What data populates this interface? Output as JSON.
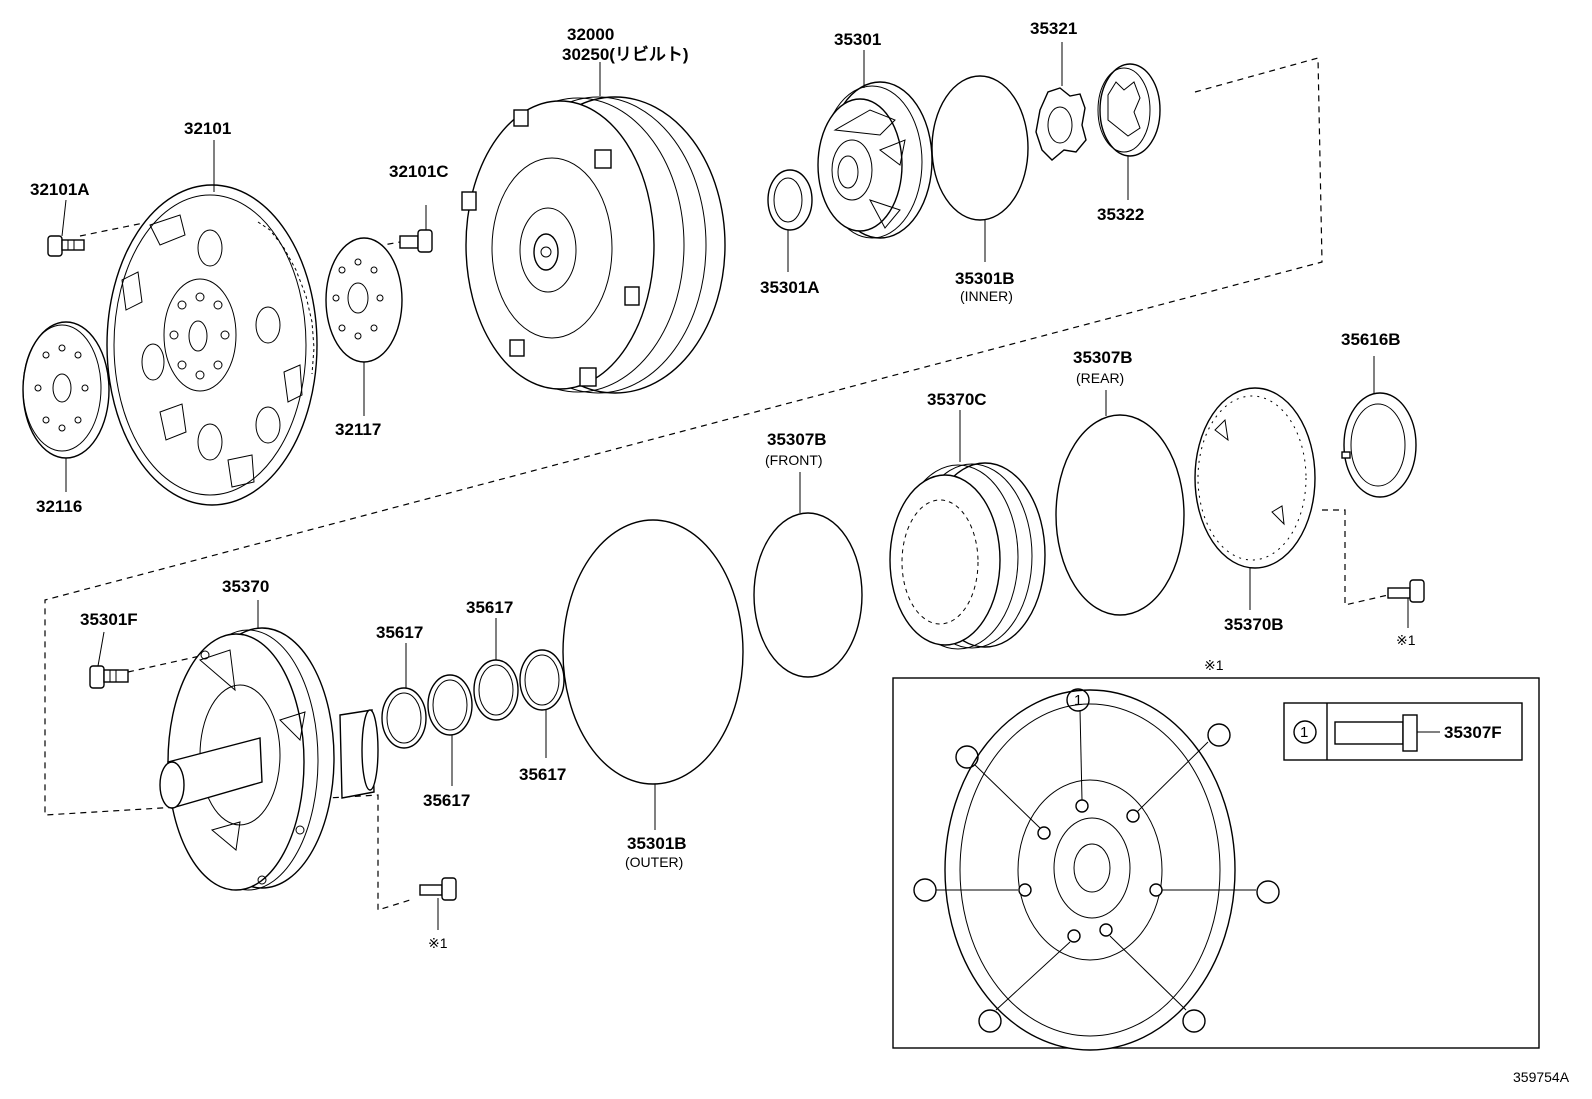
{
  "labels": {
    "p32000": "32000",
    "p30250": "30250(リビルト)",
    "p35301": "35301",
    "p35321": "35321",
    "p32101": "32101",
    "p32101C": "32101C",
    "p32101A": "32101A",
    "p35322": "35322",
    "p35301A": "35301A",
    "p35301B_inner": "35301B",
    "inner": "(INNER)",
    "p32117": "32117",
    "p32116": "32116",
    "p35307B_rear": "35307B",
    "rear": "(REAR)",
    "p35616B": "35616B",
    "p35370C": "35370C",
    "p35307B_front": "35307B",
    "front": "(FRONT)",
    "p35370": "35370",
    "p35617_a": "35617",
    "p35617_b": "35617",
    "p35617_c": "35617",
    "p35617_d": "35617",
    "p35301F": "35301F",
    "p35370B": "35370B",
    "p35301B_outer": "35301B",
    "outer": "(OUTER)",
    "p35307F": "35307F",
    "ref_mark_1": "※1",
    "ref_mark_2": "※1",
    "ref_mark_3": "※1",
    "inset_callout": "1",
    "legend_callout": "1",
    "diagram_id": "359754A"
  }
}
